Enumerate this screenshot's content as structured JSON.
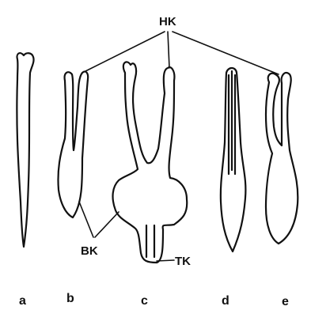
{
  "callouts": {
    "hk": "HK",
    "bk": "BK",
    "tk": "TK"
  },
  "panel_letters": [
    "a",
    "b",
    "c",
    "d",
    "e"
  ],
  "colors": {
    "ink": "#111111",
    "background": "#ffffff"
  }
}
